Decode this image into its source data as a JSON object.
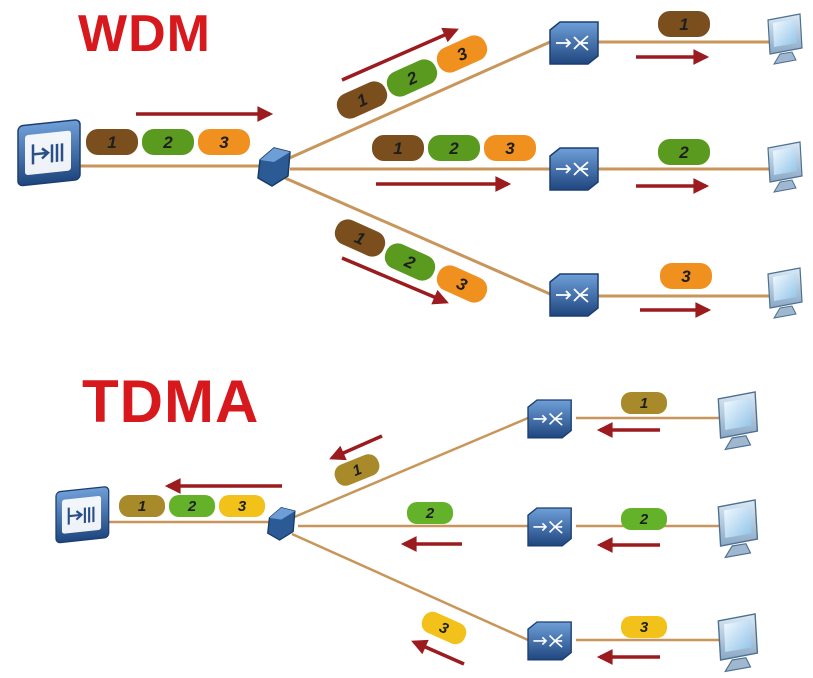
{
  "sections": {
    "wdm": {
      "title": "WDM"
    },
    "tdma": {
      "title": "TDMA"
    }
  },
  "colors": {
    "title": "#d7191e",
    "fiber": "#c8955a",
    "arrow": "#9b1b1f",
    "device_blue": "#2f5d99",
    "wdm_channel_1": "#7a4e1d",
    "wdm_channel_2": "#5a9a1e",
    "wdm_channel_3": "#f0901e",
    "tdma_slot_1": "#a88a2a",
    "tdma_slot_2": "#63b22a",
    "tdma_slot_3": "#f2c21a"
  },
  "icons": [
    "olt-icon",
    "splitter-icon",
    "onu-icon",
    "computer-icon"
  ],
  "labels": {
    "one": "1",
    "two": "2",
    "three": "3"
  }
}
